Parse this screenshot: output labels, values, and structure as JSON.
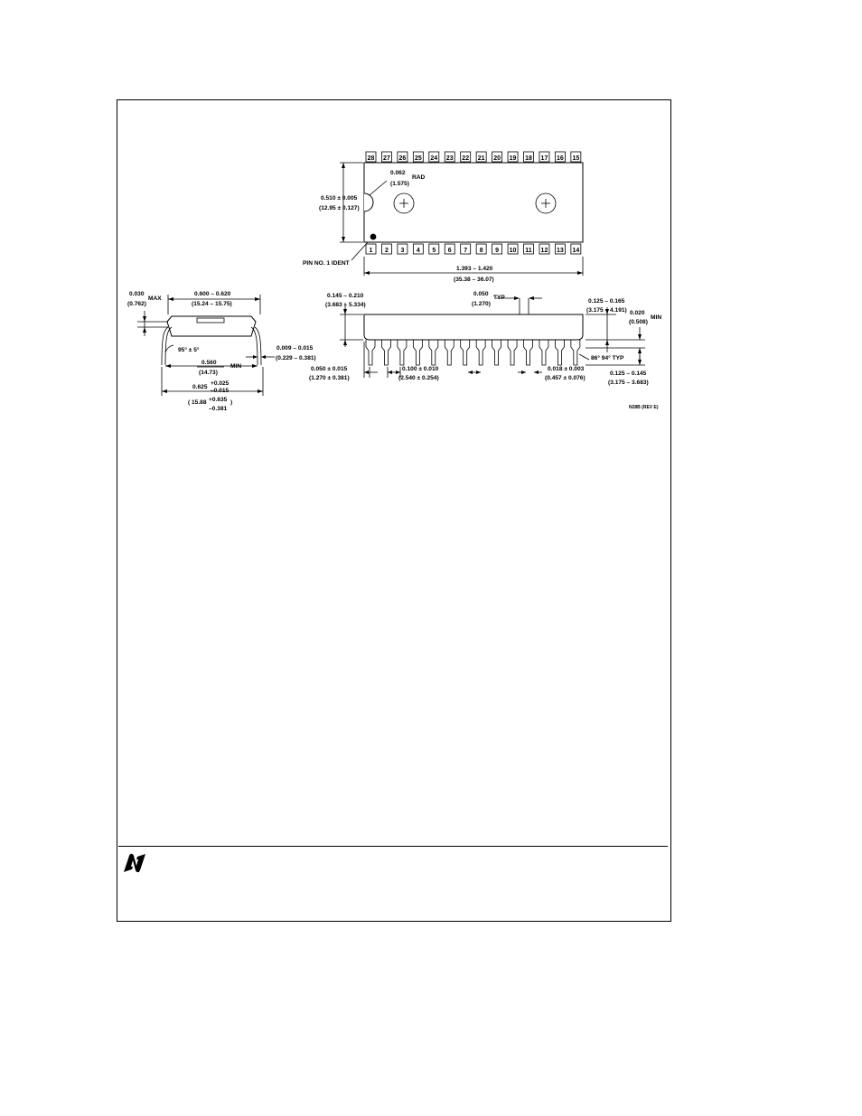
{
  "top_view": {
    "top_pins": [
      "28",
      "27",
      "26",
      "25",
      "24",
      "23",
      "22",
      "21",
      "20",
      "19",
      "18",
      "17",
      "16",
      "15"
    ],
    "bottom_pins": [
      "1",
      "2",
      "3",
      "4",
      "5",
      "6",
      "7",
      "8",
      "9",
      "10",
      "11",
      "12",
      "13",
      "14"
    ],
    "rad_value": "0.062",
    "rad_mm": "(1.575)",
    "rad_suffix": "RAD",
    "width_value": "0.510 ± 0.005",
    "width_mm": "(12.95 ± 0.127)",
    "pin1_label": "PIN NO. 1 IDENT",
    "length_value": "1.393 – 1.420",
    "length_mm": "(35.38 – 36.07)"
  },
  "end_view": {
    "max_value": "0.030",
    "max_mm": "(0.762)",
    "max_suffix": "MAX",
    "width_value": "0.600 – 0.620",
    "width_mm": "(15.24 – 15.75)",
    "angle": "95° ± 5°",
    "lead_value": "0.009 – 0.015",
    "lead_mm": "(0.229 – 0.381)",
    "min_value": "0.560",
    "min_mm": "(14.73)",
    "min_suffix": "MIN",
    "span_value": "0.625",
    "span_tol_plus": "+0.025",
    "span_tol_minus": "–0.015",
    "span_mm": "15.88",
    "span_mm_plus": "+0.635",
    "span_mm_minus": "–0.381"
  },
  "side_view": {
    "height_value": "0.145 – 0.210",
    "height_mm": "(3.683 – 5.334)",
    "typ_value": "0.050",
    "typ_mm": "(1.270)",
    "typ_suffix": "TYP",
    "seat_value": "0.125 – 0.165",
    "seat_mm": "(3.175 – 4.191)",
    "standoff_value": "0.020",
    "standoff_mm": "(0.508)",
    "standoff_suffix": "MIN",
    "angle_typ": "86° 94° TYP",
    "shoulder_value": "0.050 ± 0.015",
    "shoulder_mm": "(1.270 ± 0.381)",
    "pitch_value": "0.100 ± 0.010",
    "pitch_mm": "(2.540 ± 0.254)",
    "lead_w_value": "0.018 ± 0.003",
    "lead_w_mm": "(0.457 ± 0.076)",
    "lead_len_value": "0.125 – 0.145",
    "lead_len_mm": "(3.175 – 3.683)",
    "drawing_code": "N28B (REV E)"
  }
}
